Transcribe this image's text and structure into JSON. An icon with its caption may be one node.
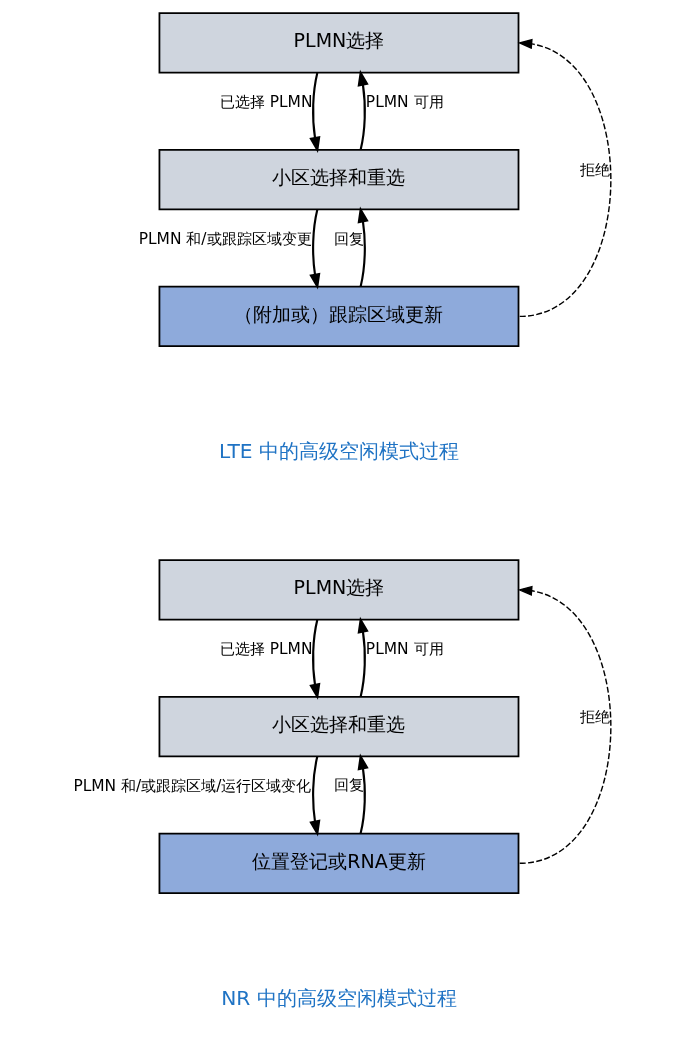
{
  "diagram": {
    "nodes": [
      {
        "text": [
          "PLMN选择"
        ]
      },
      {
        "text": [
          "小区选择和重选"
        ]
      },
      {
        "text": [
          "（附加或）跟踪区域更新"
        ]
      },
      {
        "text": [
          "PLMN选择"
        ]
      },
      {
        "text": [
          "小区选择和重选"
        ]
      },
      {
        "text": [
          "位置登记或RNA更新"
        ]
      }
    ],
    "edges": [
      {
        "from": 0,
        "to": 1,
        "arrow": "to",
        "label": "已选择 PLMN"
      },
      {
        "from": 1,
        "to": 0,
        "arrow": "to",
        "label": "PLMN 可用"
      },
      {
        "from": 1,
        "to": 2,
        "arrow": "to",
        "label": "PLMN 和/或跟踪区域变更"
      },
      {
        "from": 2,
        "to": 1,
        "arrow": "to",
        "label": "回复"
      },
      {
        "from": 2,
        "to": 0,
        "arrow": "to",
        "label": "拒绝",
        "style": "dashed"
      },
      {
        "from": 3,
        "to": 4,
        "arrow": "to",
        "label": "已选择 PLMN"
      },
      {
        "from": 4,
        "to": 3,
        "arrow": "to",
        "label": "PLMN 可用"
      },
      {
        "from": 4,
        "to": 5,
        "arrow": "to",
        "label": "PLMN 和/或跟踪区域/运行区域变化"
      },
      {
        "from": 5,
        "to": 4,
        "arrow": "to",
        "label": "回复"
      },
      {
        "from": 5,
        "to": 3,
        "arrow": "to",
        "label": "拒绝",
        "style": "dashed"
      }
    ],
    "labels": [
      "LTE 中的高级空闲模式过程",
      "NR 中的高级空闲模式过程"
    ]
  }
}
